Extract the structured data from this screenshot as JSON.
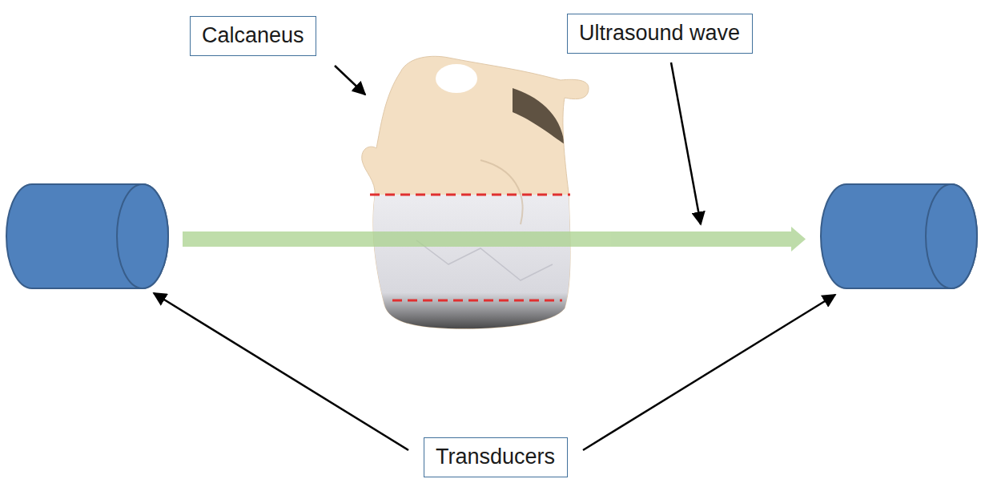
{
  "diagram": {
    "nodes": [
      {
        "text": [
          "Calcaneus"
        ]
      },
      {
        "text": [
          "Ultrasound wave"
        ]
      },
      {
        "text": [
          "Transducers"
        ]
      }
    ]
  }
}
